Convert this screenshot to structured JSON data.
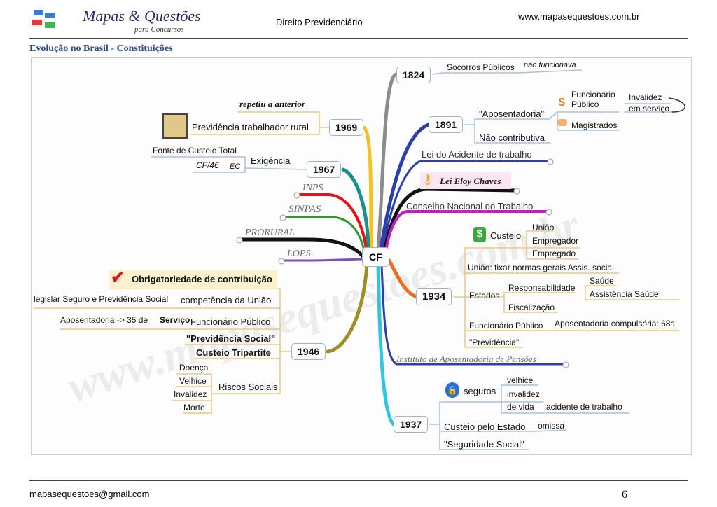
{
  "header": {
    "brand_title": "Mapas & Questões",
    "brand_sub": "para Concursos",
    "subject": "Direito Previdenciário",
    "site": "www.mapasequestoes.com.br"
  },
  "section_title": "Evolução no Brasil - Constituições",
  "footer": {
    "email": "mapasequestoes@gmail.com",
    "page": "6"
  },
  "map": {
    "center": "CF",
    "watermark": "www.mapasequestoes.com.br",
    "y1824": {
      "year": "1824",
      "a": "Socorros Públicos",
      "b": "não funcionava"
    },
    "y1891": {
      "year": "1891",
      "aposentadoria": "\"Aposentadoria\"",
      "func1": "Funcionário",
      "func2": "Público",
      "invalidez": "Invalidez",
      "servico": "em serviço",
      "magistrados": "Magistrados",
      "nao_contrib": "Não contributiva"
    },
    "acidente": "Lei do Acidente de trabalho",
    "eloy": "Lei Eloy Chaves",
    "conselho": "Conselho Nacional do Trabalho",
    "y1934": {
      "year": "1934",
      "custeio": "Custeio",
      "uniao": "União",
      "empregador": "Empregador",
      "empregado": "Empregado",
      "fixar": "União: fixar normas gerais Assis. social",
      "estados": "Estados",
      "resp": "Responsabilidade",
      "saude": "Saúde",
      "assist": "Assistência  Saúde",
      "fisc": "Fiscalização",
      "func": "Funcionário Público",
      "apos": "Aposentadoria compulsória: 68a",
      "prev": "\"Previdência\""
    },
    "instituto": "Instituto de Aposentadoria de Pensões",
    "y1937": {
      "year": "1937",
      "seguros": "seguros",
      "velhice": "velhice",
      "invalidez": "invalidez",
      "vida": "de vida",
      "acidente": "acidente de trabalho",
      "custeio": "Custeio pelo Estado",
      "omissa": "omissa",
      "seg": "\"Seguridade Social\""
    },
    "y1969": {
      "year": "1969",
      "repetiu": "repetiu a anterior",
      "rural": "Previdência trabalhador rural"
    },
    "y1967": {
      "year": "1967",
      "exig": "Exigência",
      "fonte": "Fonte de Custeio Total",
      "cf46": "CF/46",
      "ec": "EC"
    },
    "inps": "INPS",
    "sinpas": "SINPAS",
    "prorural": "PRORURAL",
    "lops": "LOPS",
    "y1946": {
      "year": "1946",
      "obrig": "Obrigatoriedade de contribuição",
      "legislar": "legislar Seguro e Previdência Social",
      "comp": "competência da União",
      "apos": "Aposentadoria -> 35 de",
      "servico": "Serviço",
      "func": "Funcionário Público",
      "prev": "\"Previdência Social\"",
      "tripartite": "Custeio Tripartite",
      "doenca": "Doença",
      "velhice": "Velhice",
      "invalidez": "Invalidez",
      "morte": "Morte",
      "riscos": "Riscos Sociais"
    }
  }
}
